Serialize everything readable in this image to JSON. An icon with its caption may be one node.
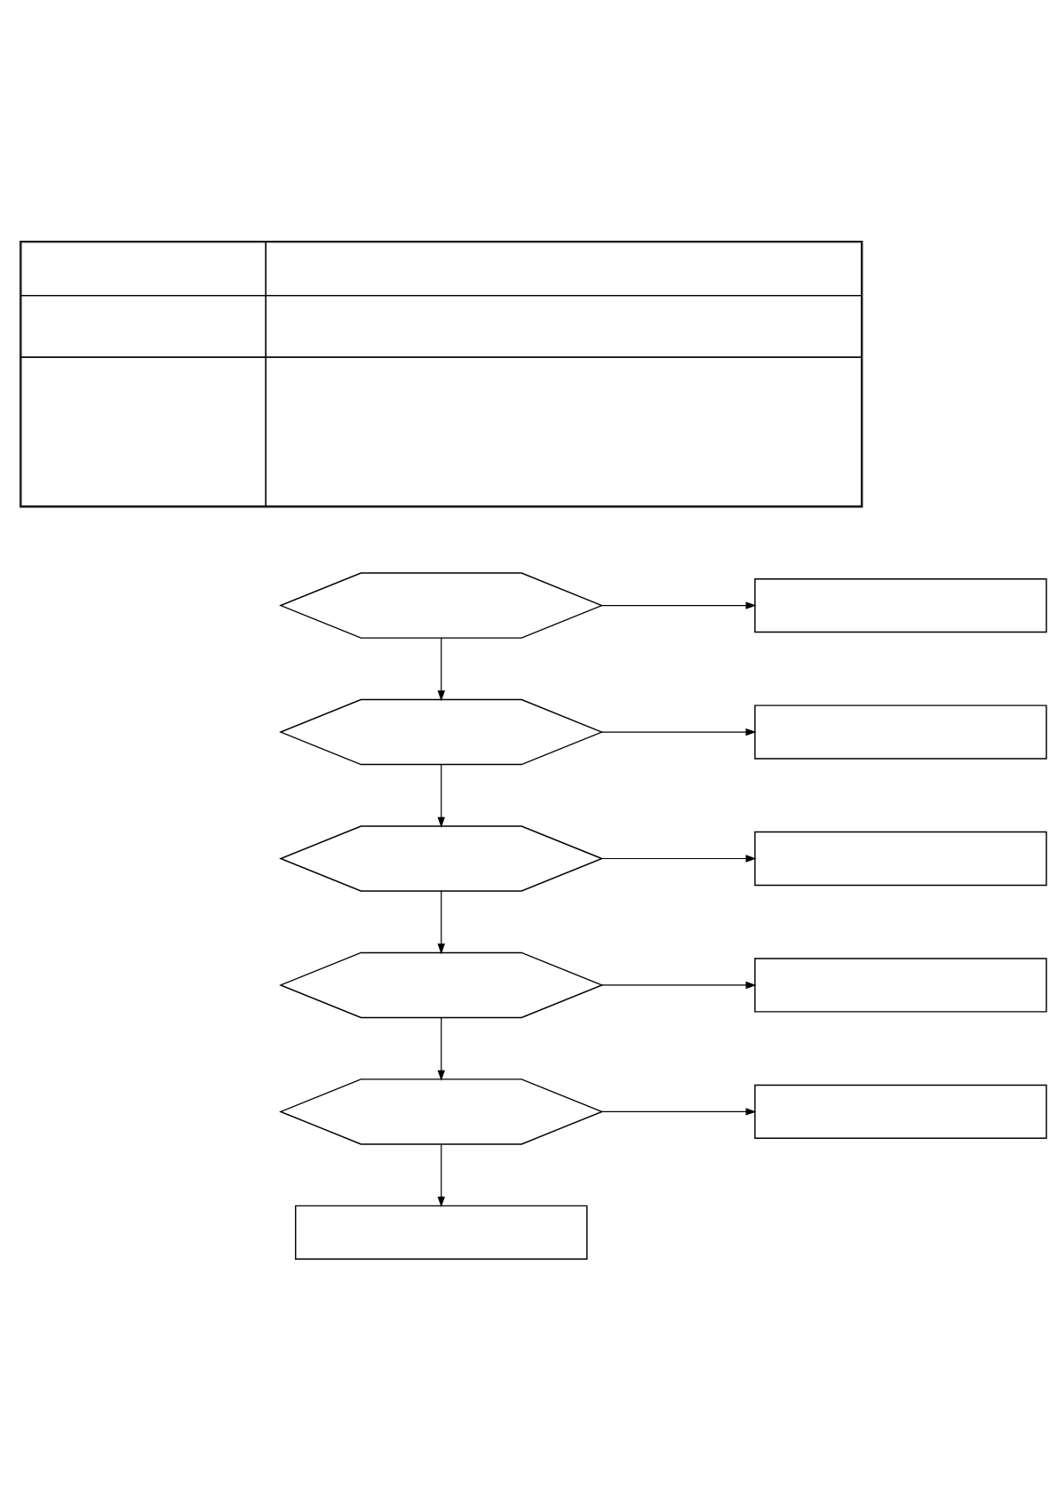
{
  "diagram": {
    "nodes": [
      {
        "text": [],
        "shape": "table"
      },
      {
        "text": [],
        "shape": "hexagon"
      },
      {
        "text": [],
        "shape": "box"
      },
      {
        "text": [],
        "shape": "hexagon"
      },
      {
        "text": [],
        "shape": "box"
      },
      {
        "text": [],
        "shape": "hexagon"
      },
      {
        "text": [],
        "shape": "box"
      },
      {
        "text": [],
        "shape": "hexagon"
      },
      {
        "text": [],
        "shape": "box"
      },
      {
        "text": [],
        "shape": "hexagon"
      },
      {
        "text": [],
        "shape": "box"
      },
      {
        "text": [],
        "shape": "box"
      }
    ],
    "edges": [
      {
        "from": 1,
        "to": 2,
        "arrow": "to"
      },
      {
        "from": 1,
        "to": 3,
        "arrow": "to"
      },
      {
        "from": 3,
        "to": 4,
        "arrow": "to"
      },
      {
        "from": 3,
        "to": 5,
        "arrow": "to"
      },
      {
        "from": 5,
        "to": 6,
        "arrow": "to"
      },
      {
        "from": 5,
        "to": 7,
        "arrow": "to"
      },
      {
        "from": 7,
        "to": 8,
        "arrow": "to"
      },
      {
        "from": 7,
        "to": 9,
        "arrow": "to"
      },
      {
        "from": 9,
        "to": 10,
        "arrow": "to"
      },
      {
        "from": 9,
        "to": 11,
        "arrow": "to"
      }
    ]
  }
}
